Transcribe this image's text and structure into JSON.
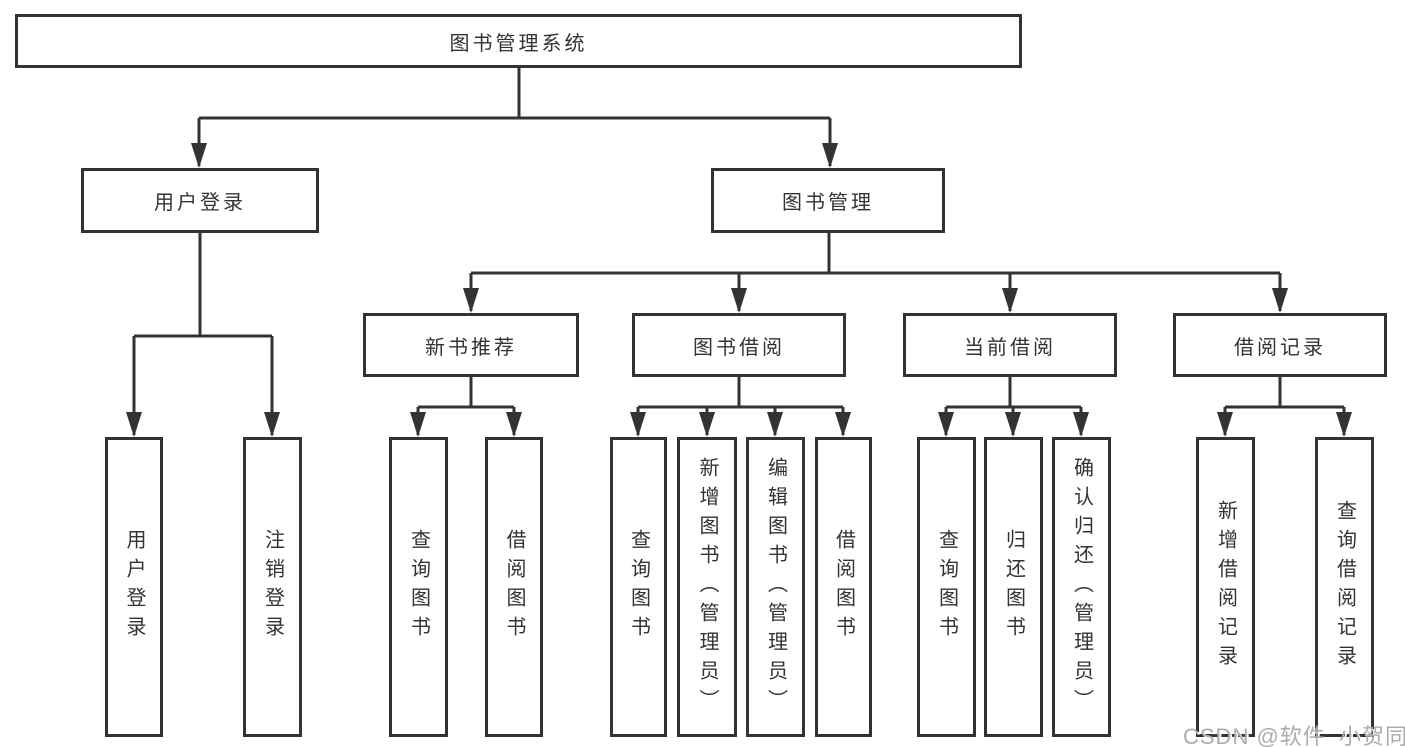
{
  "diagram": {
    "root": {
      "label": "图书管理系统"
    },
    "branches": [
      {
        "label": "用户登录",
        "leaves": [
          {
            "label": "用户登录"
          },
          {
            "label": "注销登录"
          }
        ]
      },
      {
        "label": "图书管理",
        "groups": [
          {
            "label": "新书推荐",
            "leaves": [
              {
                "label": "查询图书"
              },
              {
                "label": "借阅图书"
              }
            ]
          },
          {
            "label": "图书借阅",
            "leaves": [
              {
                "label": "查询图书"
              },
              {
                "label": "新增图书（管理员）"
              },
              {
                "label": "编辑图书（管理员）"
              },
              {
                "label": "借阅图书"
              }
            ]
          },
          {
            "label": "当前借阅",
            "leaves": [
              {
                "label": "查询图书"
              },
              {
                "label": "归还图书"
              },
              {
                "label": "确认归还（管理员）"
              }
            ]
          },
          {
            "label": "借阅记录",
            "leaves": [
              {
                "label": "新增借阅记录"
              },
              {
                "label": "查询借阅记录"
              }
            ]
          }
        ]
      }
    ]
  },
  "watermark": {
    "text": "CSDN @软件_小贺同学"
  },
  "colors": {
    "line": "#333333",
    "box_border": "#333333",
    "text": "#333333",
    "watermark": "#acacac",
    "background": "#ffffff"
  }
}
